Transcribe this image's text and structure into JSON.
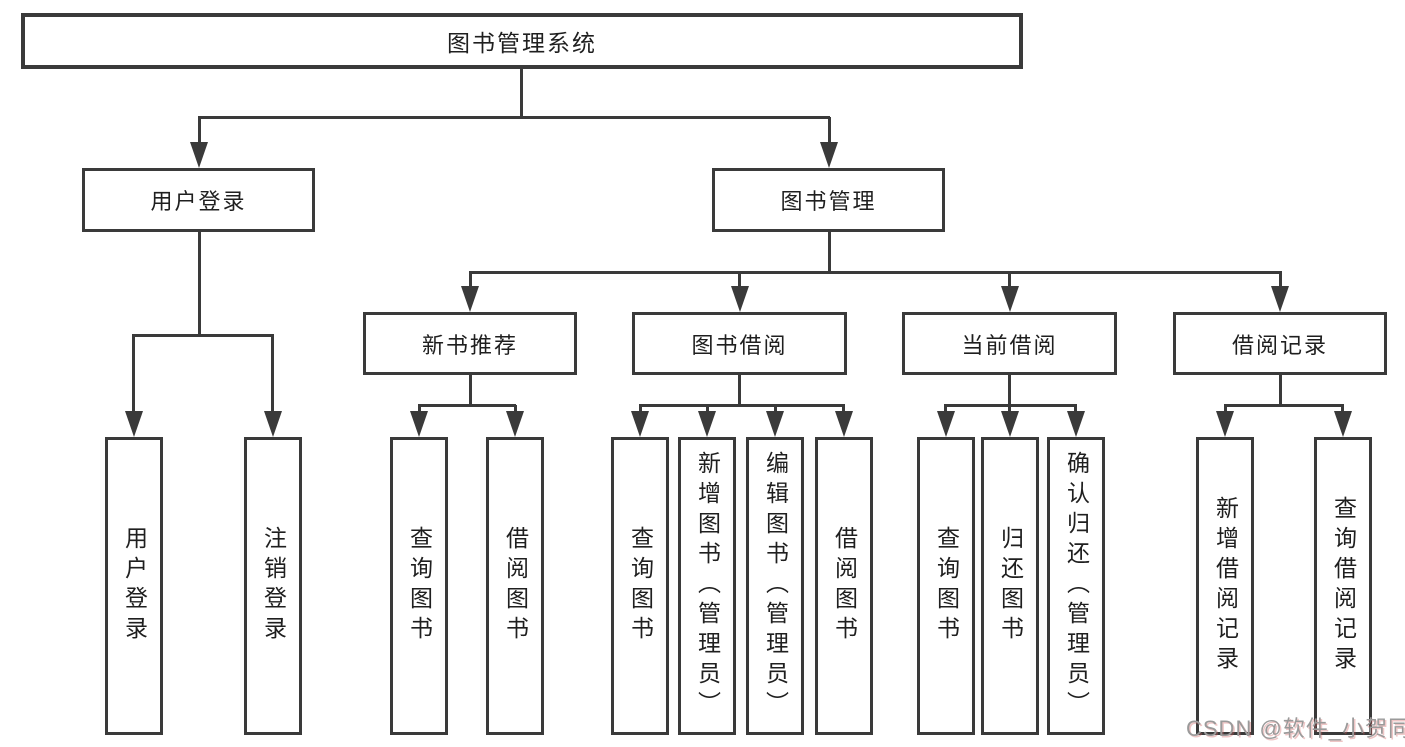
{
  "diagram": {
    "type": "hierarchy-diagram",
    "line_color": "#3a3a3a",
    "background_color": "#ffffff",
    "watermark": "CSDN @软件_小贺同学",
    "nodes": {
      "root": {
        "label": "图书管理系统"
      },
      "user_login": {
        "label": "用户登录"
      },
      "book_mgmt": {
        "label": "图书管理"
      },
      "new_book_rec": {
        "label": "新书推荐"
      },
      "book_borrow": {
        "label": "图书借阅"
      },
      "current_borrow": {
        "label": "当前借阅"
      },
      "borrow_record": {
        "label": "借阅记录"
      },
      "user_login_leaf": {
        "label": "用户登录"
      },
      "logout_leaf": {
        "label": "注销登录"
      },
      "query_book_1": {
        "label": "查询图书"
      },
      "borrow_book_1": {
        "label": "借阅图书"
      },
      "query_book_2": {
        "label": "查询图书"
      },
      "add_book": {
        "label": "新增图书（管理员）"
      },
      "edit_book": {
        "label": "编辑图书（管理员）"
      },
      "borrow_book_2": {
        "label": "借阅图书"
      },
      "query_book_3": {
        "label": "查询图书"
      },
      "return_book": {
        "label": "归还图书"
      },
      "confirm_return": {
        "label": "确认归还（管理员）"
      },
      "add_borrow_record": {
        "label": "新增借阅记录"
      },
      "query_borrow_record": {
        "label": "查询借阅记录"
      }
    },
    "edges": [
      [
        "root",
        "user_login"
      ],
      [
        "root",
        "book_mgmt"
      ],
      [
        "user_login",
        "user_login_leaf"
      ],
      [
        "user_login",
        "logout_leaf"
      ],
      [
        "book_mgmt",
        "new_book_rec"
      ],
      [
        "book_mgmt",
        "book_borrow"
      ],
      [
        "book_mgmt",
        "current_borrow"
      ],
      [
        "book_mgmt",
        "borrow_record"
      ],
      [
        "new_book_rec",
        "query_book_1"
      ],
      [
        "new_book_rec",
        "borrow_book_1"
      ],
      [
        "book_borrow",
        "query_book_2"
      ],
      [
        "book_borrow",
        "add_book"
      ],
      [
        "book_borrow",
        "edit_book"
      ],
      [
        "book_borrow",
        "borrow_book_2"
      ],
      [
        "current_borrow",
        "query_book_3"
      ],
      [
        "current_borrow",
        "return_book"
      ],
      [
        "current_borrow",
        "confirm_return"
      ],
      [
        "borrow_record",
        "add_borrow_record"
      ],
      [
        "borrow_record",
        "query_borrow_record"
      ]
    ]
  }
}
